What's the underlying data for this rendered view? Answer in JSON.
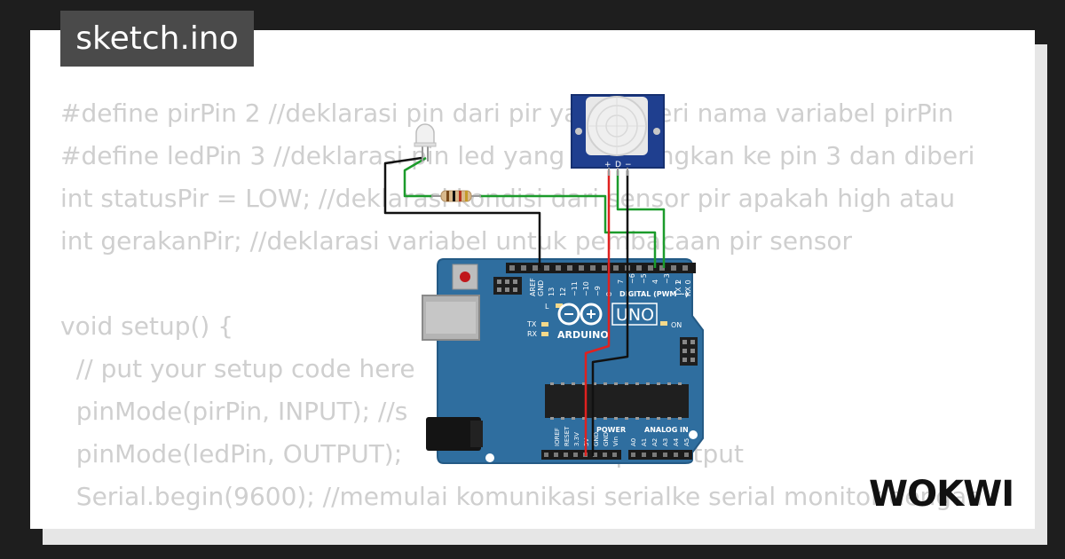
{
  "title": "sketch.ino",
  "brand": "WOKWI",
  "code_lines": [
    "#define pirPin 2 //deklarasi pin dari pir yang diberi nama variabel pirPin",
    "#define ledPin 3 //deklarasi pin led yang dihubungkan ke pin 3 dan diberi",
    "int statusPir = LOW; //deklarasi kondisi dari sensor pir apakah high atau",
    "int gerakanPir; //deklarasi variabel untuk pembacaan pir sensor",
    "",
    "void setup() {",
    "  // put your setup code here",
    "  pinMode(pirPin, INPUT); //s                        n input",
    "  pinMode(ledPin, OUTPUT);                           pin output",
    "  Serial.begin(9600); //memulai komunikasi serialke serial monitor dengan",
    "}"
  ],
  "board": {
    "logo_text": "ARDUINO",
    "model": "UNO",
    "digital_label": "DIGITAL (PWM ~)",
    "power_label": "POWER",
    "analog_label": "ANALOG IN",
    "on_label": "ON",
    "l_label": "L",
    "tx_label": "TX",
    "rx_label": "RX",
    "digital_pins": [
      "AREF",
      "GND",
      "13",
      "12",
      "~11",
      "~10",
      "~9",
      "8",
      "7",
      "~6",
      "~5",
      "4",
      "~3",
      "2",
      "TX 1",
      "RX 0"
    ],
    "power_pins": [
      "IOREF",
      "RESET",
      "3.3V",
      "5V",
      "GND",
      "GND",
      "Vin"
    ],
    "analog_pins": [
      "A0",
      "A1",
      "A2",
      "A3",
      "A4",
      "A5"
    ]
  },
  "pir": {
    "pins": [
      "+",
      "D",
      "−"
    ]
  },
  "colors": {
    "background": "#1e1e1e",
    "card": "#ffffff",
    "code_text": "#cfcfcf",
    "board": "#2f6e9f",
    "wire_red": "#e0211f",
    "wire_black": "#111111",
    "wire_green": "#1b9b2b",
    "pir_body": "#1f3f8f"
  }
}
